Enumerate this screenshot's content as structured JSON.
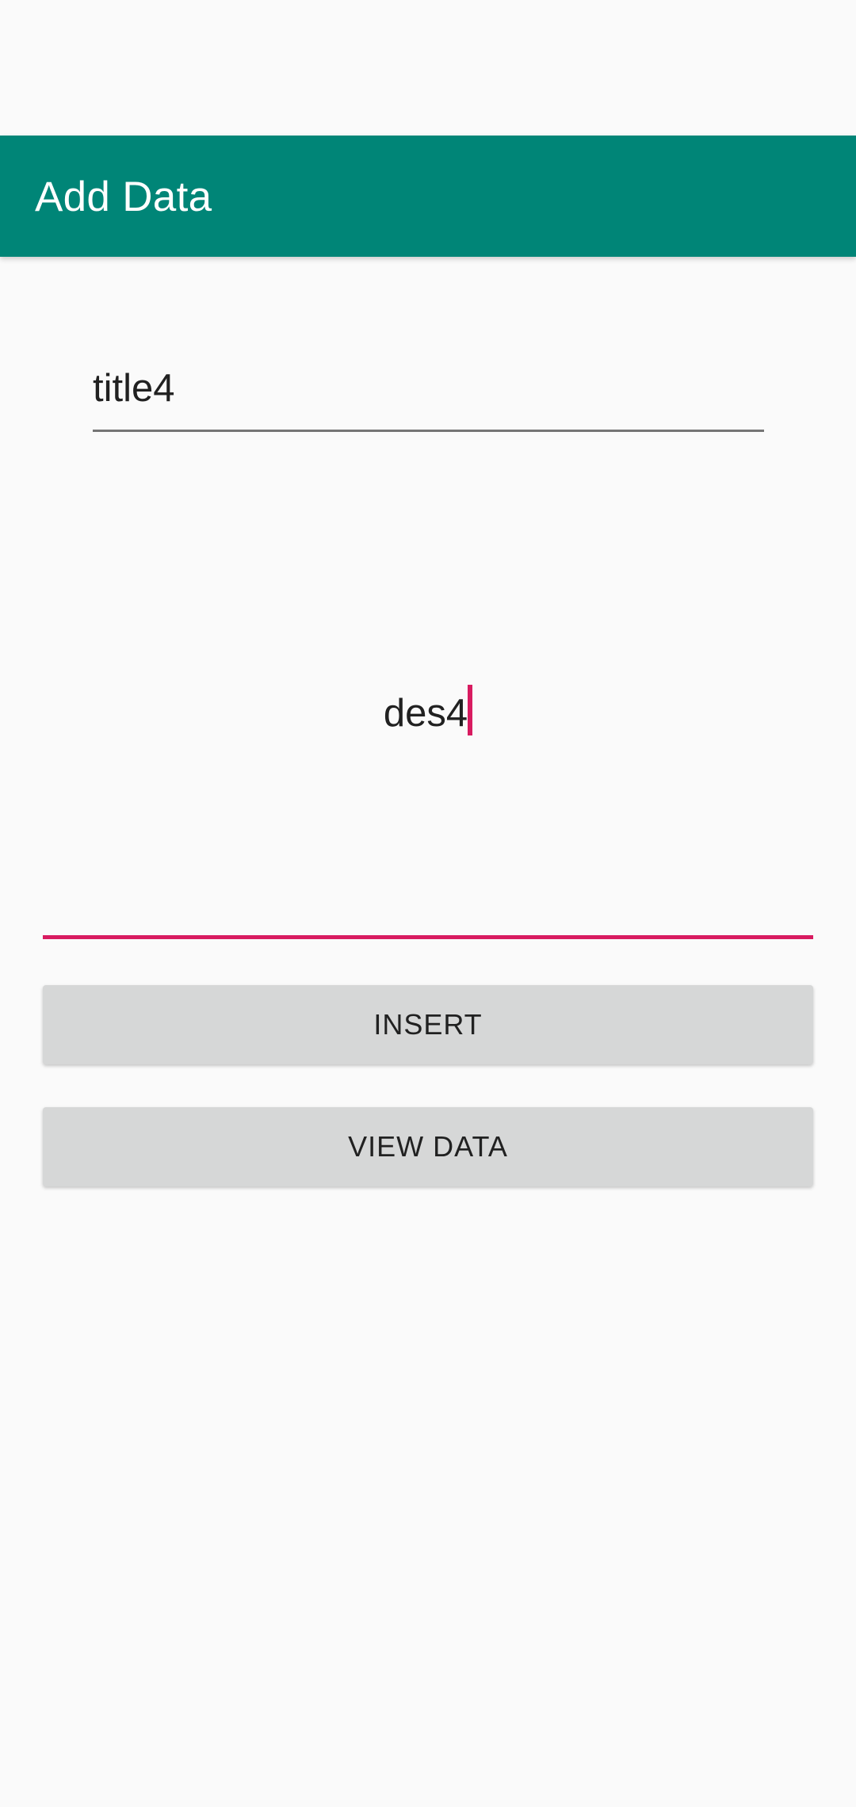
{
  "app_bar": {
    "title": "Add Data"
  },
  "form": {
    "title_field": {
      "value": "title4"
    },
    "description_field": {
      "value": "des4"
    }
  },
  "buttons": {
    "insert_label": "INSERT",
    "view_data_label": "VIEW DATA"
  },
  "colors": {
    "accent": "#008577",
    "focus": "#d81b60",
    "background": "#fafafa",
    "button": "#d6d7d7"
  }
}
